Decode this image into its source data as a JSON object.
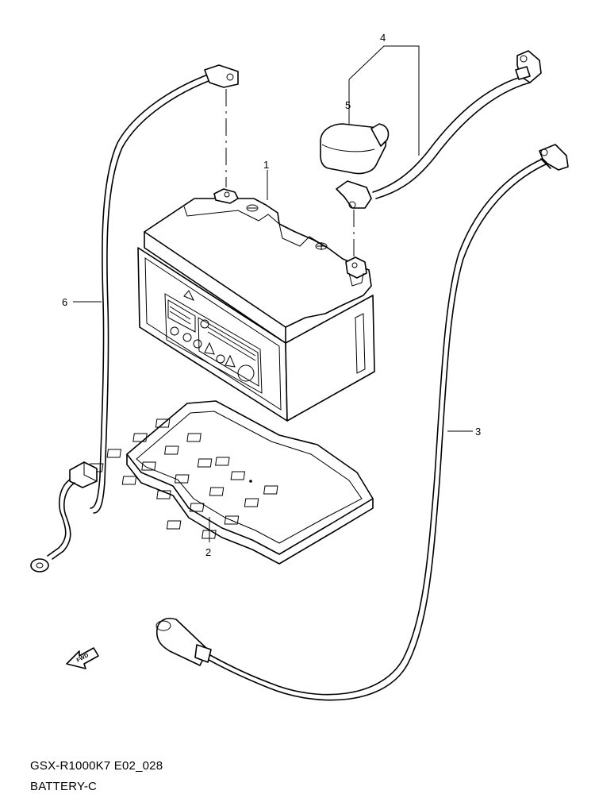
{
  "diagram": {
    "callouts": [
      {
        "id": "battery",
        "label": "1"
      },
      {
        "id": "tray",
        "label": "2"
      },
      {
        "id": "positive-cable",
        "label": "3"
      },
      {
        "id": "cover-group",
        "label": "4"
      },
      {
        "id": "terminal-cover",
        "label": "5"
      },
      {
        "id": "ground-cable",
        "label": "6"
      }
    ],
    "fwd_arrow": "FWD"
  },
  "caption": {
    "model_code": "GSX-R1000K7 E02_028",
    "section": "BATTERY-C"
  }
}
